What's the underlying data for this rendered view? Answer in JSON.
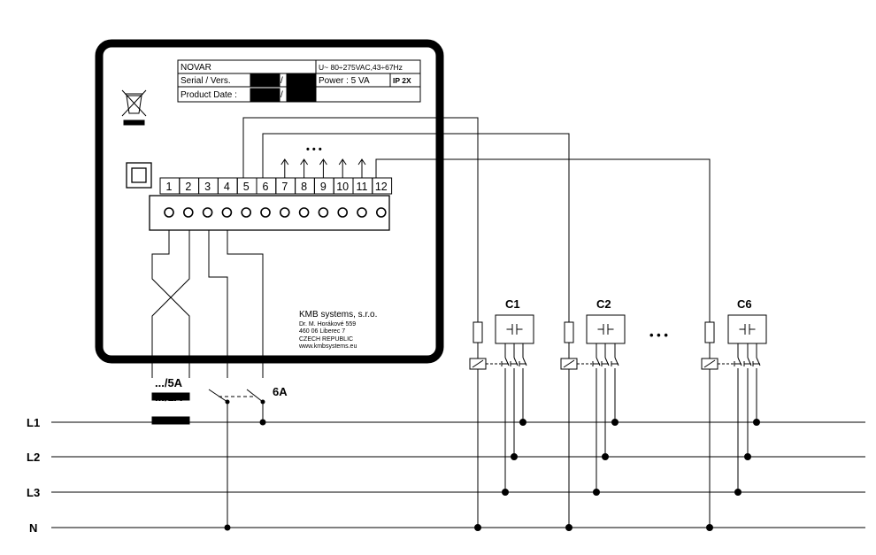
{
  "nameplate": {
    "brand": "NOVAR",
    "rating": "U~ 80÷275VAC,43÷67Hz",
    "serial_label": "Serial / Vers.",
    "product_date_label": "Product Date :",
    "slash1": "/",
    "slash2": "/",
    "power": "Power :  5 VA",
    "ip": "IP 2X"
  },
  "terminals": [
    "1",
    "2",
    "3",
    "4",
    "5",
    "6",
    "7",
    "8",
    "9",
    "10",
    "11",
    "12"
  ],
  "ellipsis_top": "• • •",
  "manufacturer": {
    "name": "KMB systems, s.r.o.",
    "address1": "Dr. M. Horákové 559",
    "address2": "460 06 Liberec 7",
    "country": "CZECH REPUBLIC",
    "web": "www.kmbsystems.eu"
  },
  "ct_labels": {
    "line1": ".../5A",
    "line2": ".../1A"
  },
  "fuse_label": "6A",
  "lines": [
    "L1",
    "L2",
    "L3",
    "N"
  ],
  "capacitors": [
    "C1",
    "C2",
    "C6"
  ],
  "ellipsis_caps": "• • •"
}
